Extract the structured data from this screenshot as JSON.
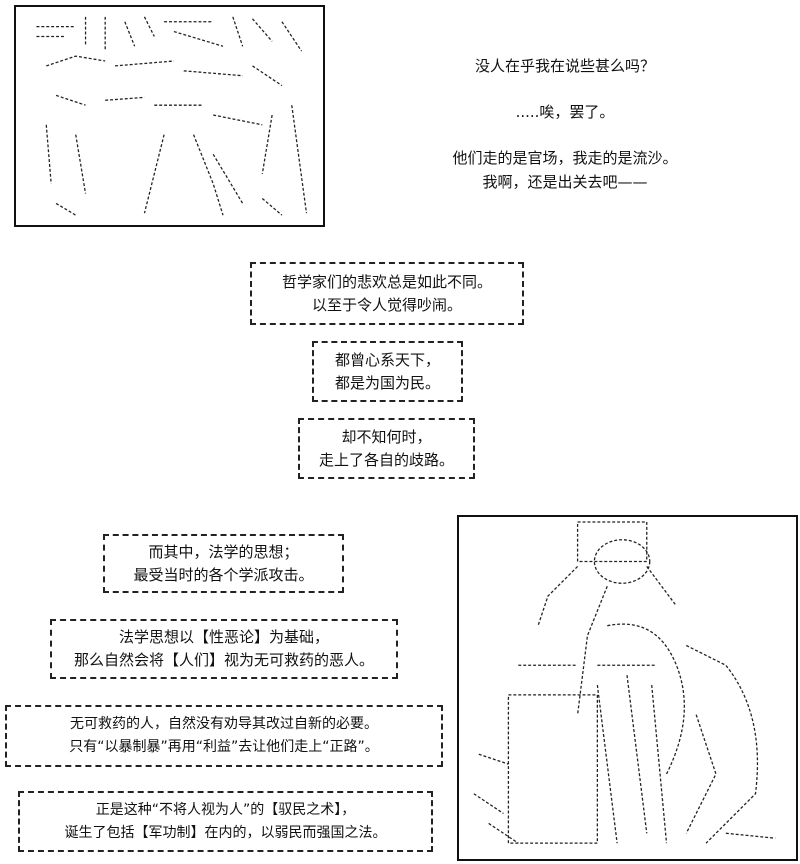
{
  "top_right_text": [
    "没人在乎我在说些甚么吗？",
    ".....唉，罢了。",
    "他们走的是官场，我走的是流沙。",
    "我啊，还是出关去吧——"
  ],
  "boxes": [
    [
      "哲学家们的悲欢总是如此不同。",
      "以至于令人觉得吵闹。"
    ],
    [
      "都曾心系天下，",
      "都是为国为民。"
    ],
    [
      "却不知何时，",
      "走上了各自的歧路。"
    ],
    [
      "而其中，法学的思想；",
      "最受当时的各个学派攻击。"
    ],
    [
      "法学思想以【性恶论】为基础，",
      "那么自然会将【人们】视为无可救药的恶人。"
    ],
    [
      "无可救药的人，自然没有劝导其改过自新的必要。",
      "只有“以暴制暴”再用“利益”去让他们走上“正路”。"
    ],
    [
      "正是这种“不将人视为人”的【驭民之术】，",
      "诞生了包括【军功制】在内的，以弱民而强国之法。"
    ]
  ]
}
